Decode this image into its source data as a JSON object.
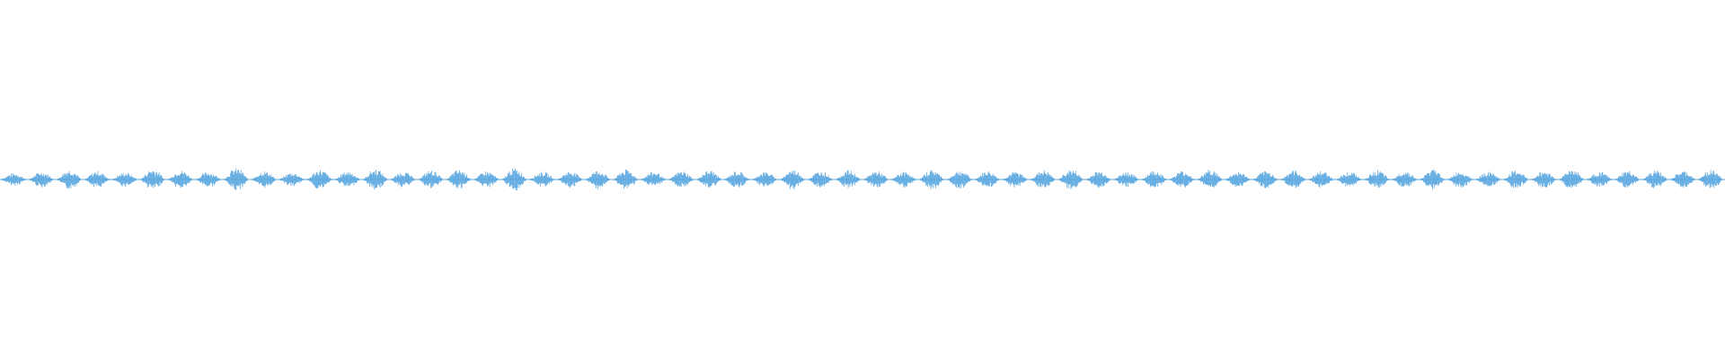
{
  "waveform": {
    "color": "#5aa7e0",
    "background": "#ffffff",
    "pulse_count": 62,
    "amplitude_pattern": [
      0.45,
      0.55,
      0.7,
      0.6,
      0.5,
      0.75,
      0.65,
      0.55,
      0.8,
      0.6,
      0.5,
      0.7,
      0.6,
      0.75,
      0.55,
      0.65,
      0.7,
      0.6,
      0.8,
      0.55,
      0.6,
      0.65,
      0.7,
      0.55,
      0.6,
      0.65,
      0.6,
      0.55,
      0.7,
      0.6,
      0.65,
      0.6,
      0.55,
      0.7,
      0.65,
      0.6,
      0.55,
      0.65,
      0.7,
      0.6,
      0.55,
      0.65,
      0.6,
      0.7,
      0.55,
      0.6,
      0.65,
      0.6,
      0.55,
      0.65,
      0.6,
      0.7,
      0.6,
      0.55,
      0.65,
      0.6,
      0.75,
      0.55,
      0.6,
      0.65,
      0.6,
      0.7
    ]
  }
}
